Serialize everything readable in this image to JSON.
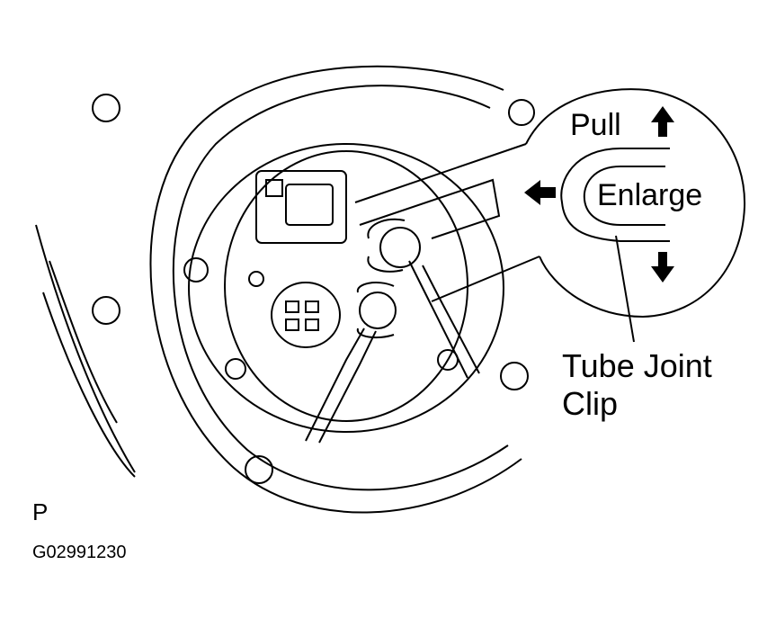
{
  "labels": {
    "pull": "Pull",
    "enlarge": "Enlarge",
    "tube_joint_clip_line1": "Tube Joint",
    "tube_joint_clip_line2": "Clip",
    "view_letter": "P",
    "figure_code": "G02991230"
  },
  "colors": {
    "ink": "#000000",
    "paper": "#ffffff"
  }
}
